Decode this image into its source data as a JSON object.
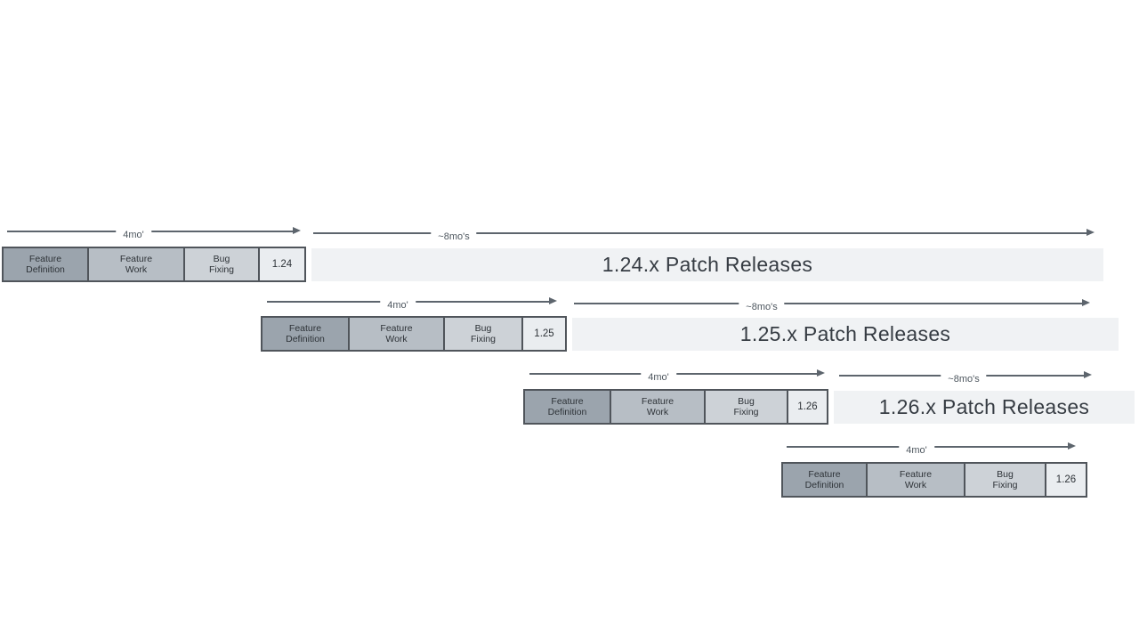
{
  "diagram": {
    "phase_labels": {
      "four_mo": "4mo'",
      "eight_mo": "~8mo's"
    },
    "phases": [
      {
        "line1": "Feature",
        "line2": "Definition"
      },
      {
        "line1": "Feature",
        "line2": "Work"
      },
      {
        "line1": "Bug",
        "line2": "Fixing"
      }
    ],
    "releases": [
      {
        "version": "1.24",
        "patch_label": "1.24.x Patch Releases"
      },
      {
        "version": "1.25",
        "patch_label": "1.25.x Patch Releases"
      },
      {
        "version": "1.26",
        "patch_label": "1.26.x Patch Releases"
      },
      {
        "version": "1.26"
      }
    ],
    "colors": {
      "fd_fill": "#9ba4ad",
      "fw_fill": "#b7bec5",
      "bf_fill": "#cdd2d7",
      "version_fill": "#eaedf0",
      "bar_fill": "#f0f2f4",
      "box_border": "#50555b",
      "arrow": "#5d656d",
      "arrow_label_text": "#4e575f",
      "box_text": "#2e3338",
      "title_text": "#363c43",
      "background": "#ffffff"
    }
  }
}
